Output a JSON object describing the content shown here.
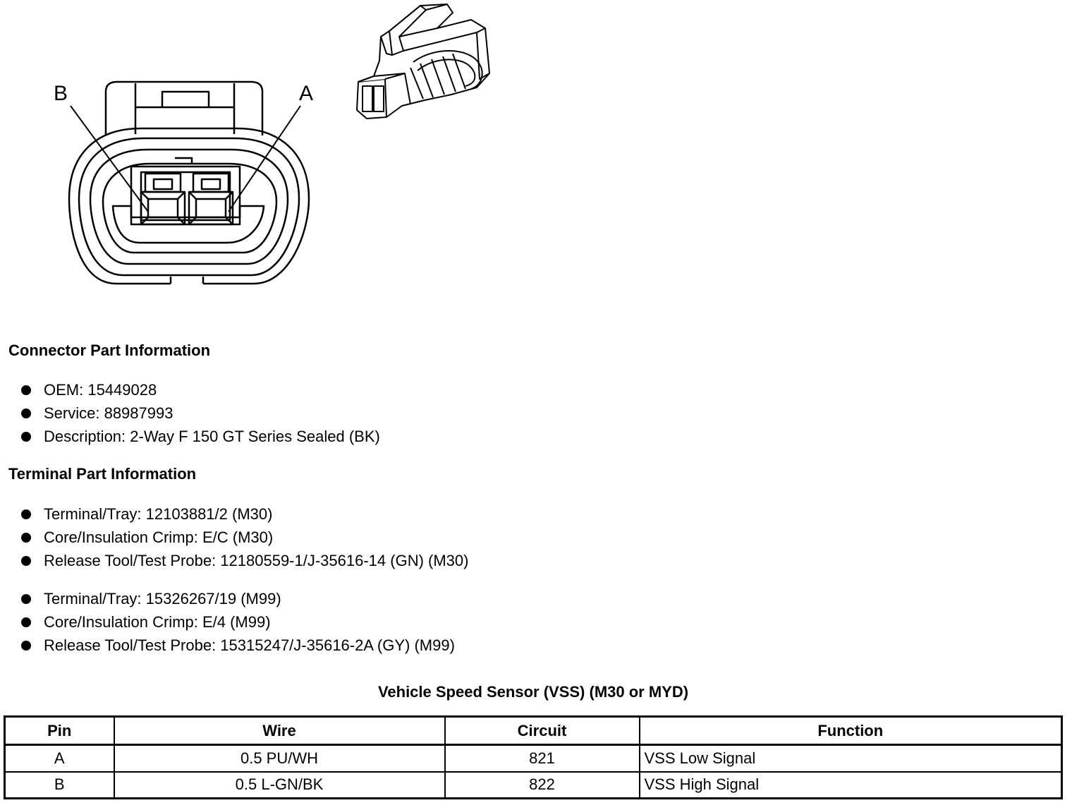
{
  "figure": {
    "pin_label_b": "B",
    "pin_label_a": "A"
  },
  "connector": {
    "heading": "Connector Part Information",
    "items": [
      "OEM: 15449028",
      "Service: 88987993",
      "Description: 2-Way F 150 GT Series Sealed (BK)"
    ]
  },
  "terminal": {
    "heading": "Terminal Part Information",
    "group1": [
      "Terminal/Tray: 12103881/2 (M30)",
      "Core/Insulation Crimp: E/C (M30)",
      "Release Tool/Test Probe: 12180559-1/J-35616-14 (GN) (M30)"
    ],
    "group2": [
      "Terminal/Tray: 15326267/19 (M99)",
      "Core/Insulation Crimp: E/4 (M99)",
      "Release Tool/Test Probe: 15315247/J-35616-2A (GY) (M99)"
    ]
  },
  "table": {
    "title": "Vehicle Speed Sensor (VSS) (M30 or MYD)",
    "headers": [
      "Pin",
      "Wire",
      "Circuit",
      "Function"
    ],
    "rows": [
      [
        "A",
        "0.5 PU/WH",
        "821",
        "VSS Low Signal"
      ],
      [
        "B",
        "0.5 L-GN/BK",
        "822",
        "VSS High Signal"
      ]
    ]
  }
}
